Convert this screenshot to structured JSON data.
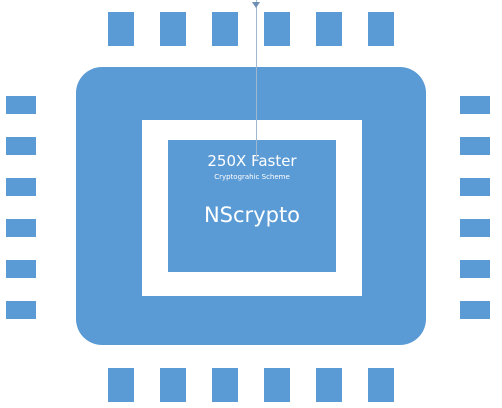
{
  "chip": {
    "color": "#5b9bd5",
    "headline": "250X Faster",
    "subtitle": "Cryptograhic Scheme",
    "product_name": "NScrypto"
  }
}
